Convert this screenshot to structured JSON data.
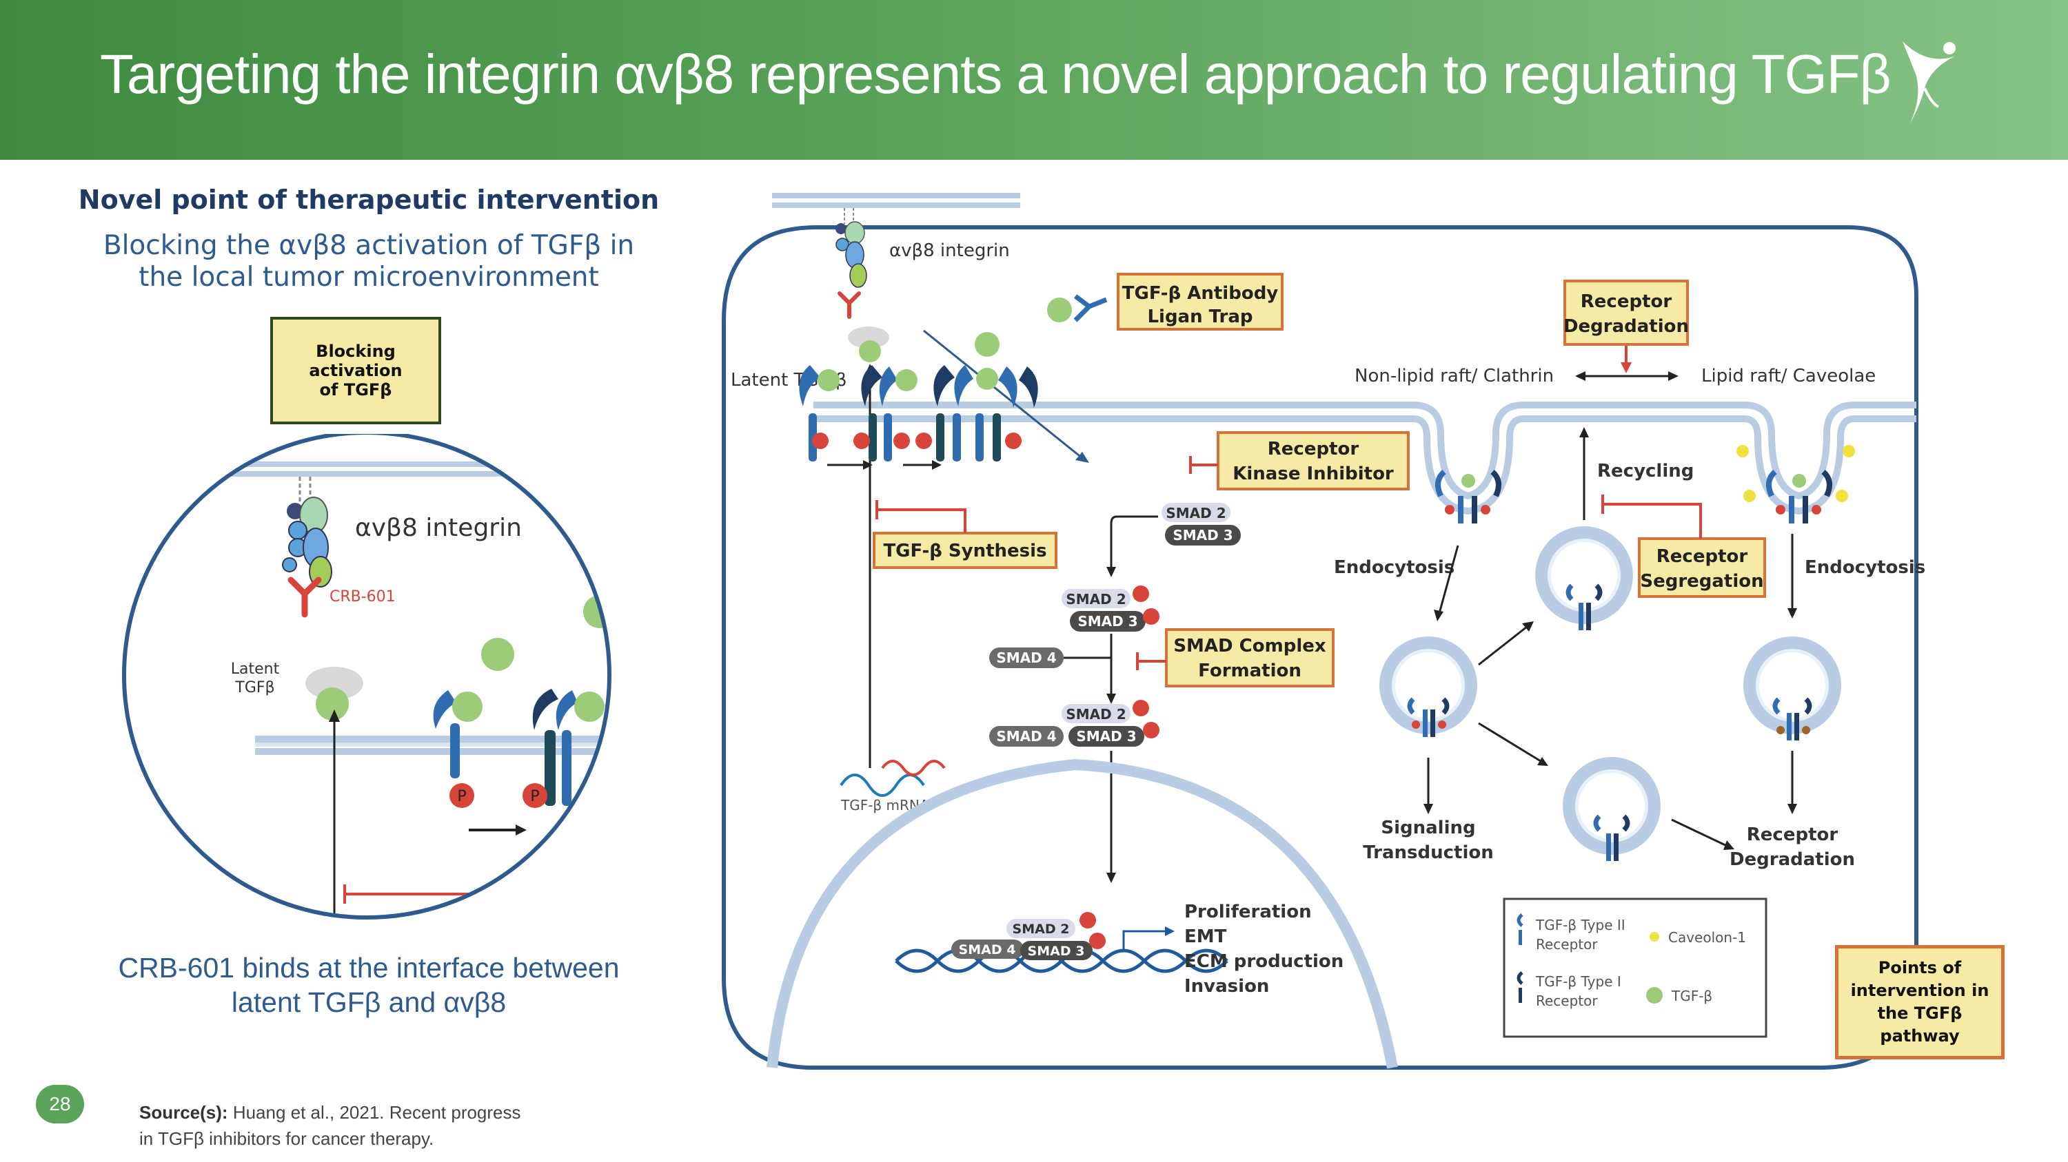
{
  "header": {
    "title": "Targeting the integrin αvβ8 represents a novel approach to regulating TGFβ",
    "logo_icon": "person-figure-logo"
  },
  "left": {
    "heading": "Novel point of therapeutic intervention",
    "subheading_line1": "Blocking the αvβ8 activation of TGFβ in",
    "subheading_line2": "the local tumor microenvironment",
    "blocking_box_line1": "Blocking activation",
    "blocking_box_line2": "of TGFβ",
    "integrin_label": "αvβ8 integrin",
    "antibody_label": "CRB-601",
    "latent_label_line1": "Latent",
    "latent_label_line2": "TGFβ",
    "binds_line1": "CRB-601 binds at the interface between",
    "binds_line2": "latent TGFβ  and αvβ8"
  },
  "footer": {
    "page_number": "28",
    "source_label": "Source(s):",
    "source_line1": "Huang et al., 2021. Recent progress",
    "source_line2": "in TGFβ inhibitors for cancer therapy."
  },
  "pathway": {
    "integrin_label": "αvβ8 integrin",
    "latent_label": "Latent TGF-β",
    "mrna_label": "TGF-β mRNA",
    "antibody_box": [
      "TGF-β Antibody",
      "Ligan Trap"
    ],
    "receptor_degradation_box": [
      "Receptor",
      "Degradation"
    ],
    "raft_left": "Non-lipid raft/ Clathrin",
    "raft_right": "Lipid raft/ Caveolae",
    "kinase_box": [
      "Receptor",
      "Kinase Inhibitor"
    ],
    "synthesis_box": "TGF-β Synthesis",
    "smad_complex_box": [
      "SMAD Complex",
      "Formation"
    ],
    "recycling": "Recycling",
    "segregation_box": [
      "Receptor",
      "Segregation"
    ],
    "endocytosis_left": "Endocytosis",
    "endocytosis_right": "Endocytosis",
    "signaling": [
      "Signaling",
      "Transduction"
    ],
    "receptor_degradation_bottom": [
      "Receptor",
      "Degradation"
    ],
    "smad2": "SMAD 2",
    "smad3": "SMAD 3",
    "smad4": "SMAD 4",
    "phospho": "P",
    "outcomes": [
      "Proliferation",
      "EMT",
      "ECM production",
      "Invasion"
    ],
    "legend": {
      "type2_line1": "TGF-β Type II",
      "type2_line2": "Receptor",
      "type1_line1": "TGF-β Type I",
      "type1_line2": "Receptor",
      "caveolin": "Caveolon-1",
      "tgfb": "TGF-β"
    },
    "points_box": [
      "Points of",
      "intervention in",
      "the TGFβ",
      "pathway"
    ]
  },
  "colors": {
    "header_green": "#4a944a",
    "navy": "#1f3a63",
    "text_blue": "#2e5a8e",
    "box_fill": "#f6eaa4",
    "box_border_orange": "#d4743a",
    "inhibit_red": "#d9443a",
    "receptor_blue": "#2f6db0",
    "tgfb_green": "#9ccc7a"
  }
}
